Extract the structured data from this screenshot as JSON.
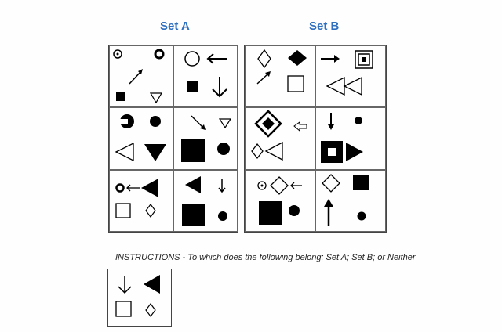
{
  "titles": {
    "set_a": "Set A",
    "set_b": "Set B"
  },
  "instructions": "INSTRUCTIONS - To which does the following belong: Set A; Set B; or Neither",
  "colors": {
    "title": "#2e6fc0",
    "ink": "#000000",
    "border": "#444444"
  }
}
